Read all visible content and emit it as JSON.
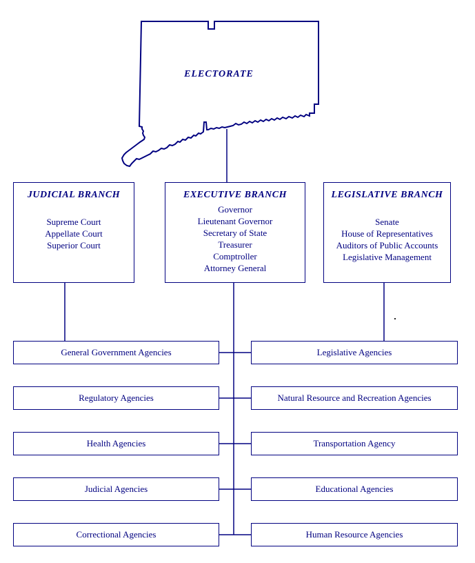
{
  "colors": {
    "accent": "#000080",
    "background": "#ffffff"
  },
  "electorate": {
    "label": "ELECTORATE"
  },
  "branches": [
    {
      "id": "judicial",
      "title": "JUDICIAL BRANCH",
      "members": [
        "Supreme Court",
        "Appellate Court",
        "Superior Court"
      ]
    },
    {
      "id": "executive",
      "title": "EXECUTIVE BRANCH",
      "members": [
        "Governor",
        "Lieutenant Governor",
        "Secretary of State",
        "Treasurer",
        "Comptroller",
        "Attorney General"
      ]
    },
    {
      "id": "legislative",
      "title": "LEGISLATIVE BRANCH",
      "members": [
        "Senate",
        "House of Representatives",
        "Auditors of Public Accounts",
        "Legislative Management"
      ]
    }
  ],
  "agencies": {
    "left": [
      "General Government Agencies",
      "Regulatory Agencies",
      "Health Agencies",
      "Judicial Agencies",
      "Correctional Agencies"
    ],
    "right": [
      "Legislative Agencies",
      "Natural Resource and Recreation Agencies",
      "Transportation Agency",
      "Educational Agencies",
      "Human Resource Agencies"
    ]
  }
}
